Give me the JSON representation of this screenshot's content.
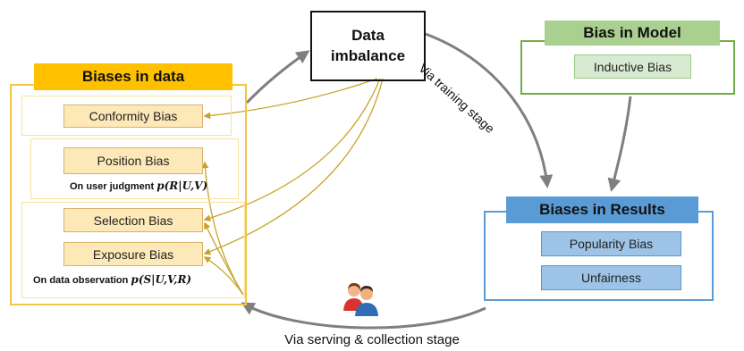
{
  "data_group": {
    "title": "Biases in data",
    "items": [
      "Conformity Bias",
      "Position Bias",
      "Selection Bias",
      "Exposure Bias"
    ],
    "note_judgment": {
      "prefix": "On user judgment",
      "formula": "p(R|U,V)"
    },
    "note_observation": {
      "prefix": "On data observation",
      "formula": "p(S|U,V,R)"
    }
  },
  "imbalance": {
    "line1": "Data",
    "line2": "imbalance"
  },
  "model_group": {
    "title": "Bias in Model",
    "items": [
      "Inductive Bias"
    ]
  },
  "results_group": {
    "title": "Biases in Results",
    "items": [
      "Popularity Bias",
      "Unfairness"
    ]
  },
  "labels": {
    "training": "Via training stage",
    "serving": "Via serving & collection stage"
  },
  "icons": {
    "users": "users-icon"
  },
  "colors": {
    "data_accent": "#ffc000",
    "data_item_fill": "#fde8b8",
    "model_accent": "#70ad47",
    "results_accent": "#5b9bd5",
    "grey_arrow": "#7f7f7f",
    "gold_arrow": "#c9a227"
  }
}
